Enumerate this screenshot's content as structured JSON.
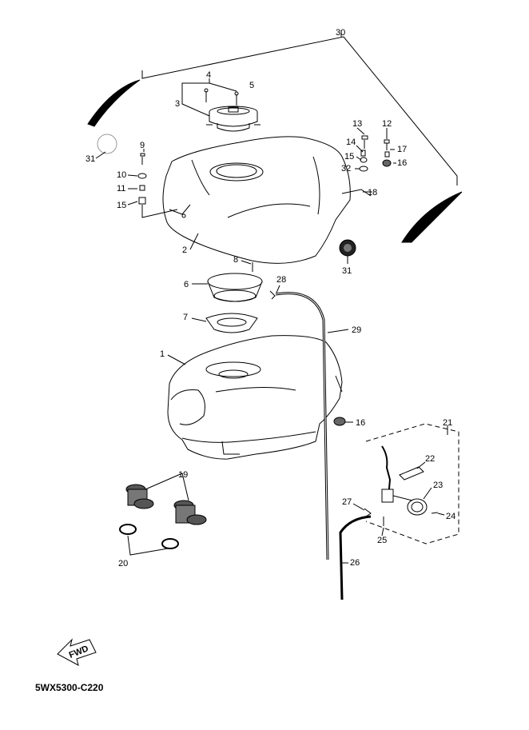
{
  "diagram": {
    "callouts": {
      "c1": "1",
      "c2": "2",
      "c3": "3",
      "c4": "4",
      "c5": "5",
      "c6": "6",
      "c7": "7",
      "c8": "8",
      "c9": "9",
      "c10": "10",
      "c11": "11",
      "c12": "12",
      "c13": "13",
      "c14": "14",
      "c15a": "15",
      "c15b": "15",
      "c16a": "16",
      "c16b": "16",
      "c17": "17",
      "c18": "18",
      "c19": "19",
      "c20": "20",
      "c21": "21",
      "c22": "22",
      "c23": "23",
      "c24": "24",
      "c25": "25",
      "c26": "26",
      "c27": "27",
      "c28": "28",
      "c29": "29",
      "c30": "30",
      "c31a": "31",
      "c31b": "31",
      "c32": "32"
    },
    "fwd_label": "FWD",
    "diagram_code": "5WX5300-C220"
  }
}
